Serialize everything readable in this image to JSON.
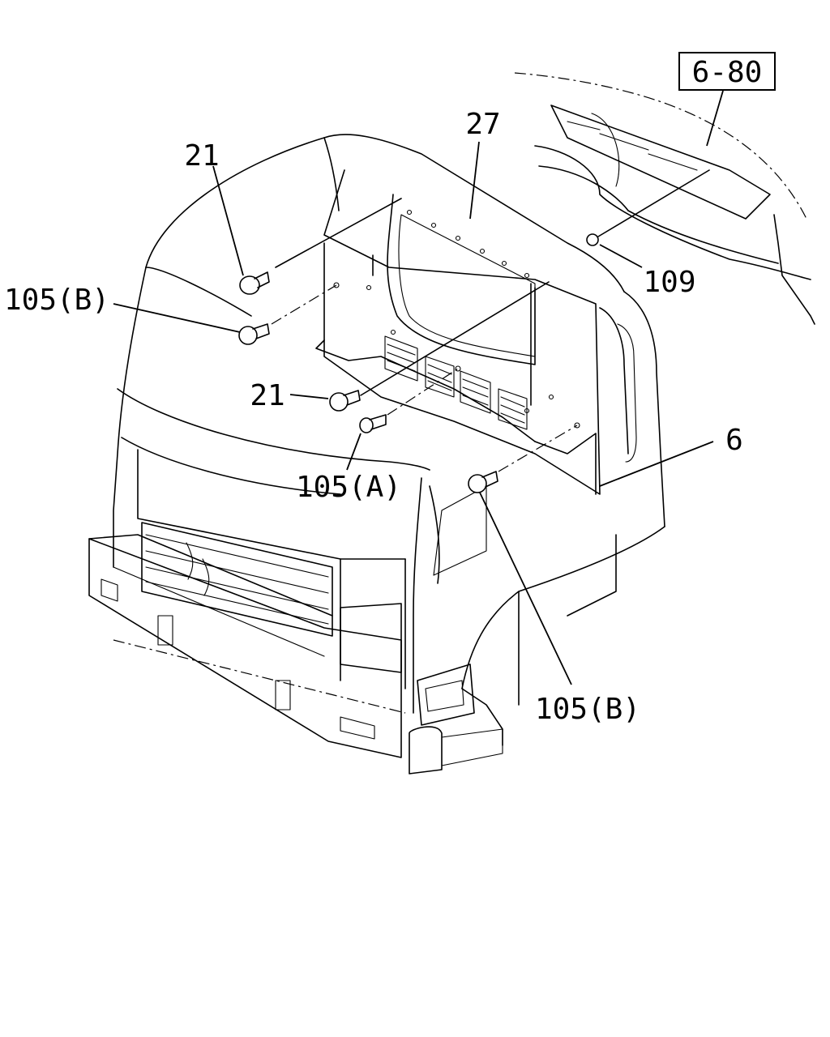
{
  "reference_box": "6-80",
  "callouts": {
    "c27": "27",
    "c21_top": "21",
    "c105b_left": "105(B)",
    "c109": "109",
    "c21_mid": "21",
    "c6": "6",
    "c105a": "105(A)",
    "c105b_bottom": "105(B)"
  }
}
